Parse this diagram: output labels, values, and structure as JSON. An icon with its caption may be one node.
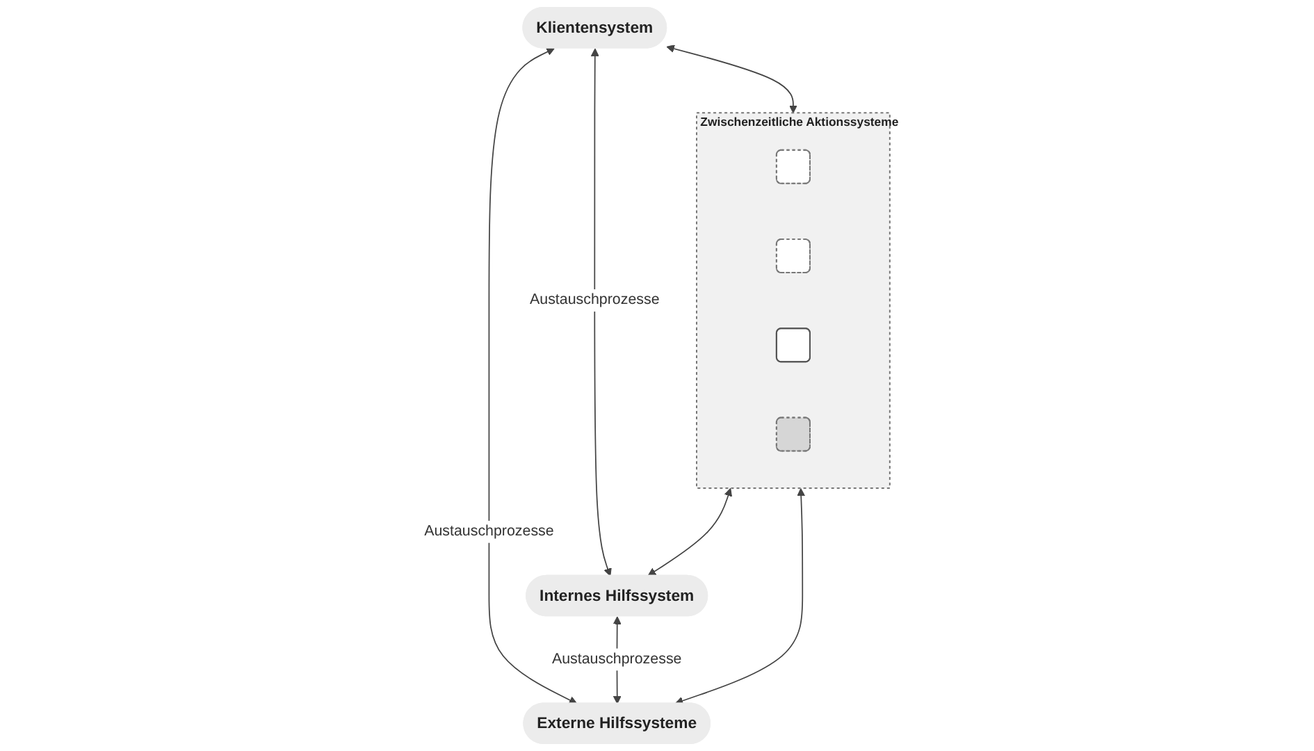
{
  "diagram": {
    "nodes": [
      {
        "text": [
          "Klientensystem"
        ]
      },
      {
        "text": [
          "Zwischenzeitliche Aktionssysteme"
        ]
      },
      {
        "text": [],
        "shape": "box",
        "in": 1
      },
      {
        "text": [],
        "shape": "box",
        "in": 1
      },
      {
        "text": [],
        "shape": "box",
        "in": 1
      },
      {
        "text": [],
        "shape": "box",
        "in": 1
      },
      {
        "text": [
          "Internes Hilfssystem"
        ]
      },
      {
        "text": [
          "Externe Hilfssysteme"
        ]
      }
    ],
    "edges": [
      {
        "from": 0,
        "to": 6,
        "arrow": "both",
        "label": "Austauschprozesse"
      },
      {
        "from": 0,
        "to": 7,
        "arrow": "both",
        "label": "Austauschprozesse"
      },
      {
        "from": 0,
        "to": 1,
        "arrow": "both"
      },
      {
        "from": 6,
        "to": 1,
        "arrow": "both"
      },
      {
        "from": 7,
        "to": 1,
        "arrow": "both"
      },
      {
        "from": 6,
        "to": 7,
        "arrow": "both",
        "label": "Austauschprozesse"
      }
    ]
  }
}
